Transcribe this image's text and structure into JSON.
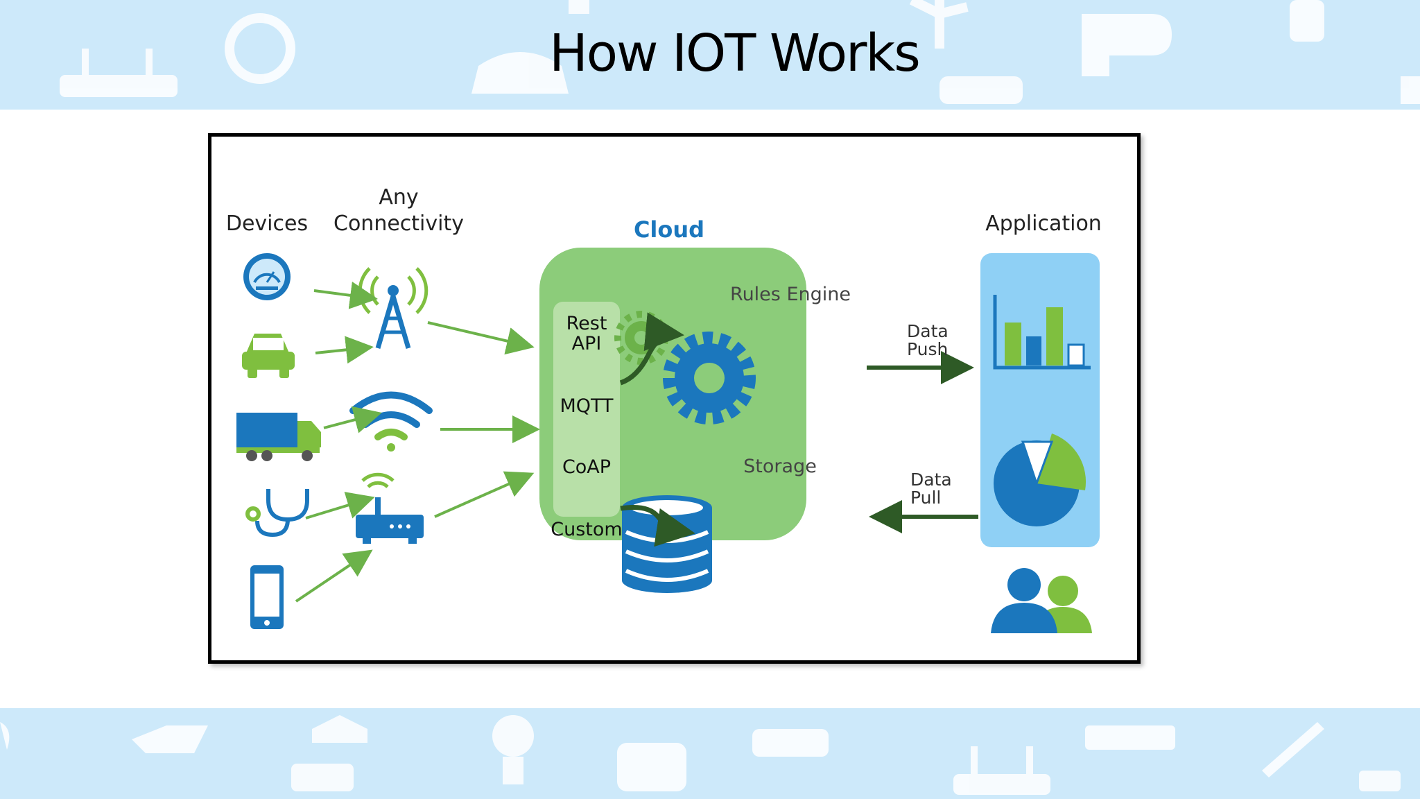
{
  "title": "How IOT Works",
  "diagram": {
    "columns": {
      "devices": "Devices",
      "connectivity_line1": "Any",
      "connectivity_line2": "Connectivity",
      "cloud": "Cloud",
      "application": "Application"
    },
    "protocols": {
      "rest_line1": "Rest",
      "rest_line2": "API",
      "mqtt": "MQTT",
      "coap": "CoAP",
      "custom": "Custom"
    },
    "rules_engine": "Rules Engine",
    "storage": "Storage",
    "data_push_line1": "Data",
    "data_push_line2": "Push",
    "data_pull_line1": "Data",
    "data_pull_line2": "Pull"
  },
  "colors": {
    "band": "#cde9fa",
    "cloud_green": "#8ccc7a",
    "protocol_panel": "#b8e0a8",
    "blue": "#1b77bd",
    "green": "#7fbf3f",
    "arrow_green": "#6cb24a",
    "dark_arrow": "#2e5a26",
    "app_panel": "#8fd0f5"
  },
  "icons": [
    "gauge-icon",
    "car-icon",
    "truck-icon",
    "stethoscope-icon",
    "smartphone-icon",
    "cell-tower-icon",
    "wifi-icon",
    "router-icon",
    "gear-icon",
    "database-icon",
    "bar-chart-icon",
    "pie-chart-icon",
    "users-icon"
  ]
}
